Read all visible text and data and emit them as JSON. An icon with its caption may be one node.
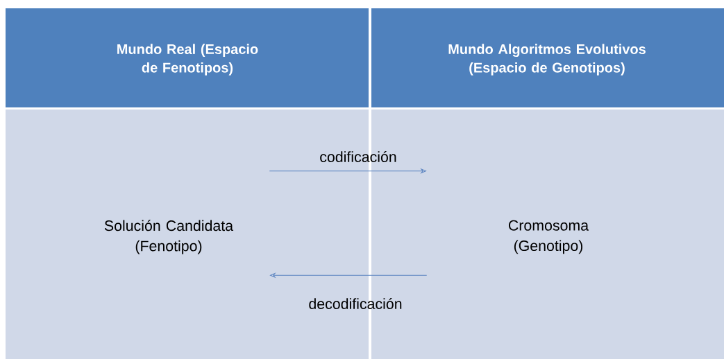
{
  "diagram": {
    "nodes": [
      {
        "text": [
          "Mundo Real (Espacio de Fenotipos)"
        ]
      },
      {
        "text": [
          "Mundo Algoritmos Evolutivos (Espacio de Genotipos)"
        ]
      },
      {
        "text": [
          "Solución Candidata (Fenotipo)"
        ]
      },
      {
        "text": [
          "Cromosoma (Genotipo)"
        ]
      }
    ],
    "edges": [
      {
        "from": 2,
        "to": 3,
        "arrow": "to",
        "label": "codificación"
      },
      {
        "from": 3,
        "to": 2,
        "arrow": "to",
        "label": "decodificación"
      }
    ]
  }
}
